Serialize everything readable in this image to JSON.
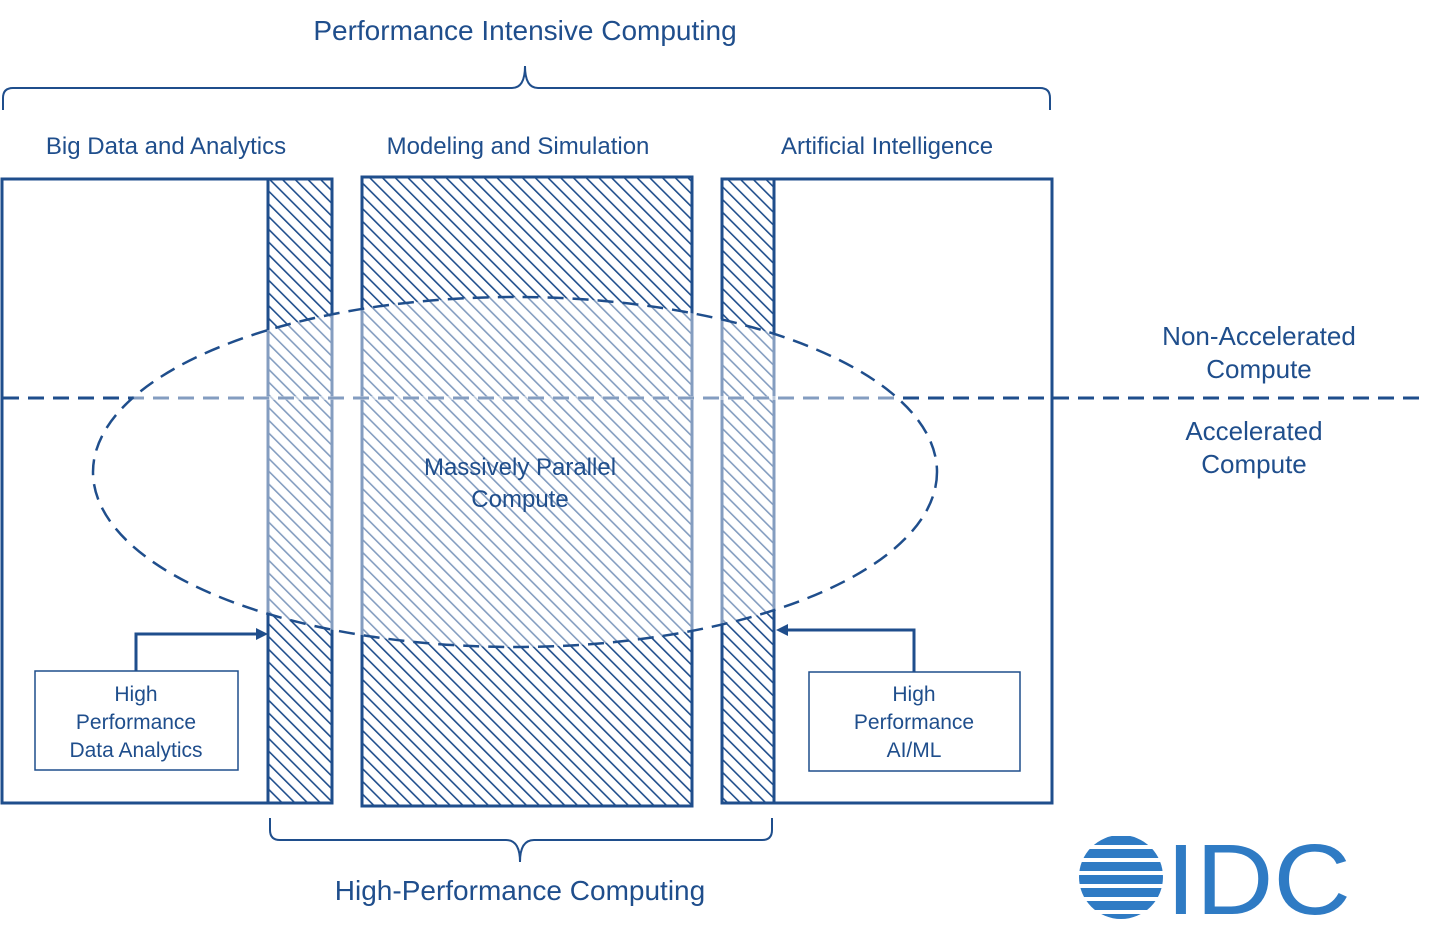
{
  "top_label": "Performance Intensive Computing",
  "bottom_label": "High-Performance Computing",
  "columns": {
    "big_data": "Big Data and Analytics",
    "modeling": "Modeling and Simulation",
    "ai": "Artificial Intelligence"
  },
  "center_label": {
    "line1": "Massively Parallel",
    "line2": "Compute"
  },
  "right_labels": {
    "non_accelerated": {
      "line1": "Non-Accelerated",
      "line2": "Compute"
    },
    "accelerated": {
      "line1": "Accelerated",
      "line2": "Compute"
    }
  },
  "boxes": {
    "hpda": {
      "line1": "High",
      "line2": "Performance",
      "line3": "Data Analytics"
    },
    "hpai": {
      "line1": "High",
      "line2": "Performance",
      "line3": "AI/ML"
    }
  },
  "logo": {
    "text": "IDC"
  },
  "colors": {
    "primary": "#1f4e8c",
    "logo": "#2f7bc4"
  }
}
